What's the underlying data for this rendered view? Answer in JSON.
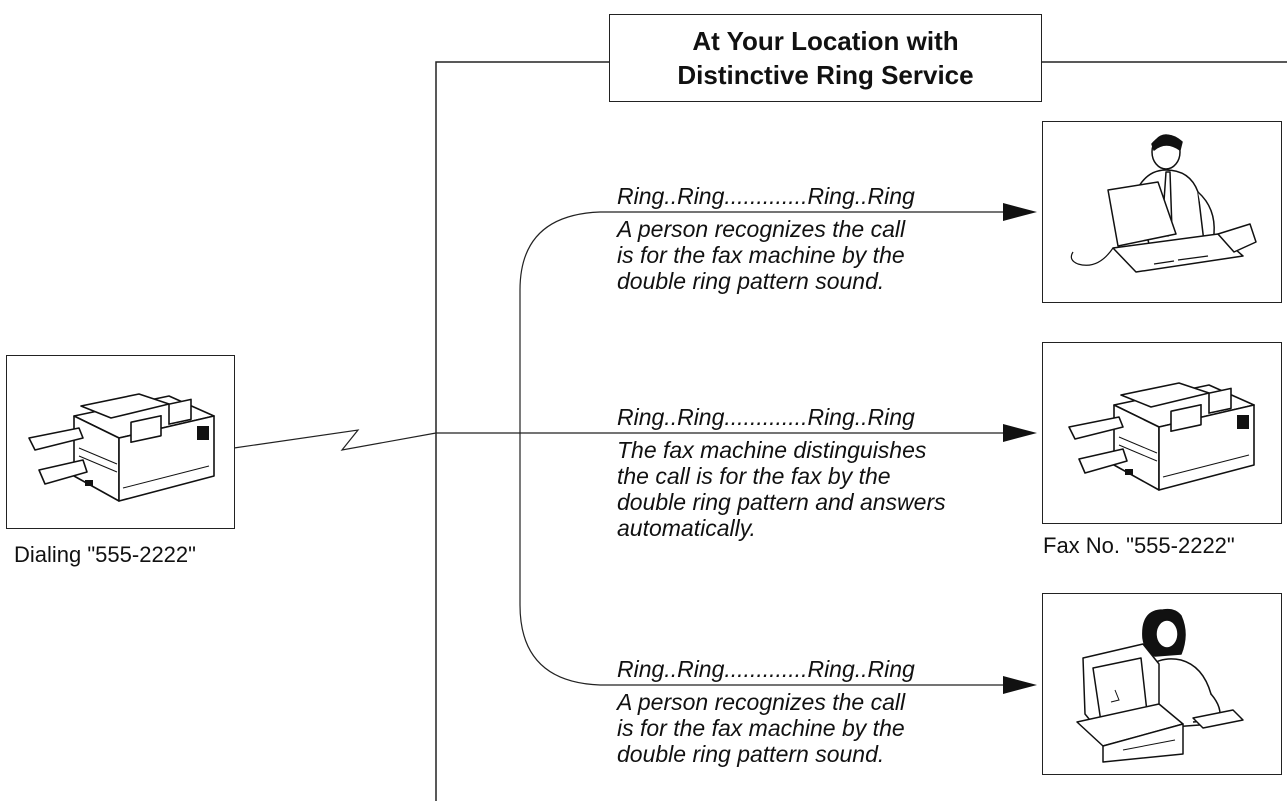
{
  "header": {
    "title_line1": "At Your Location with",
    "title_line2": "Distinctive Ring Service"
  },
  "sender": {
    "caption": "Dialing \"555-2222\""
  },
  "rows": [
    {
      "ring": "Ring..Ring.............Ring..Ring",
      "desc": [
        "A person recognizes the call",
        "is for the fax machine by the",
        "double ring pattern sound."
      ]
    },
    {
      "ring": "Ring..Ring.............Ring..Ring",
      "desc": [
        "The fax machine distinguishes",
        "the call is for the fax by the",
        "double ring pattern and answers",
        "automatically."
      ],
      "caption": "Fax No. \"555-2222\""
    },
    {
      "ring": "Ring..Ring.............Ring..Ring",
      "desc": [
        "A person recognizes the call",
        "is for the fax machine by the",
        "double ring pattern sound."
      ]
    }
  ],
  "icons": {
    "sender_device": "fax-machine-icon",
    "row1_device": "man-at-laptop-icon",
    "row2_device": "fax-machine-icon",
    "row3_device": "woman-at-computer-icon"
  }
}
